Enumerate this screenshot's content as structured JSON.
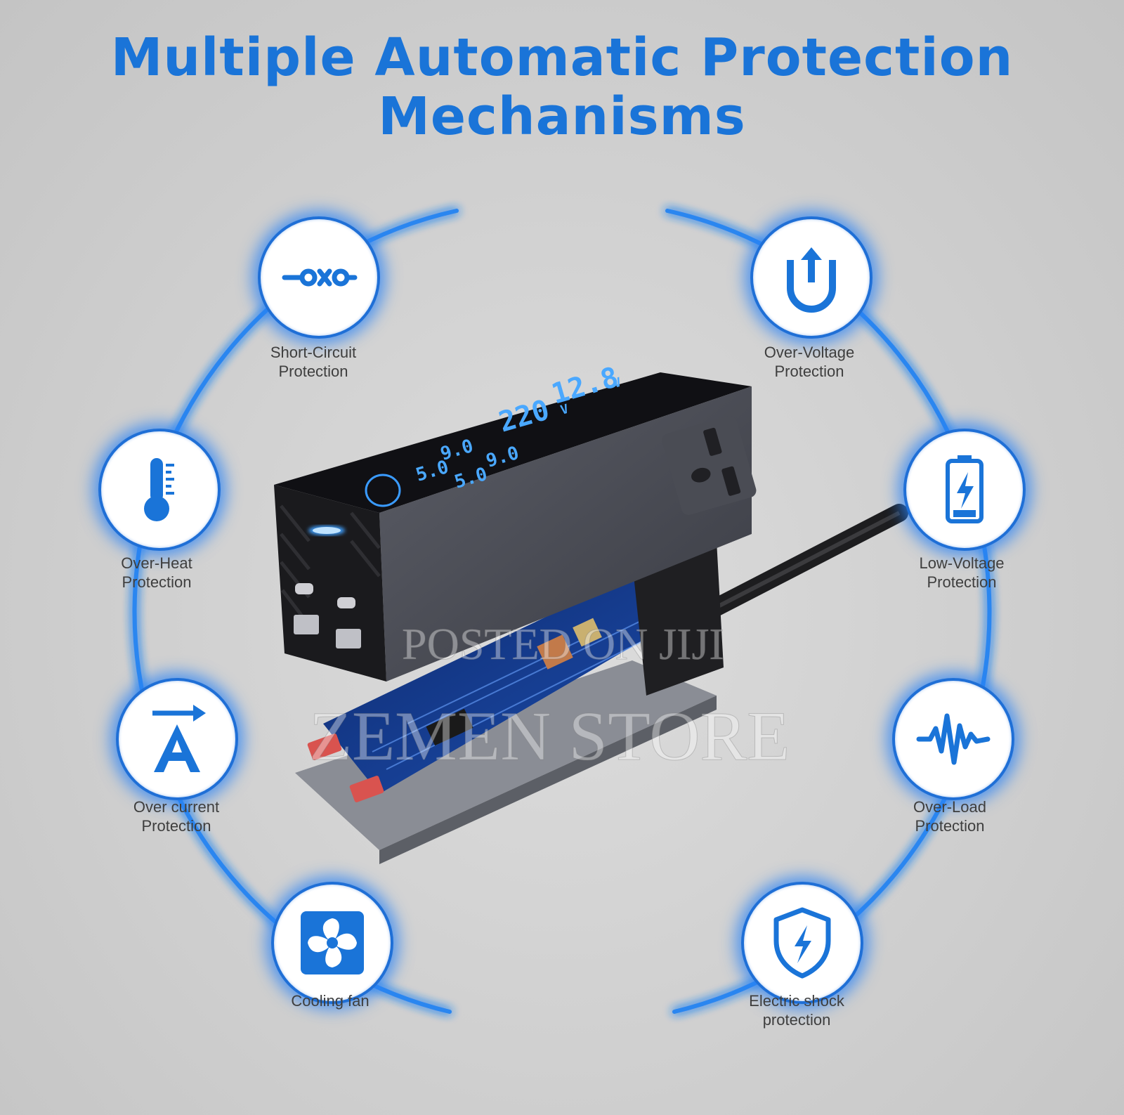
{
  "title": {
    "line1": "Multiple Automatic Protection",
    "line2": "Mechanisms"
  },
  "colors": {
    "accent": "#1a74d8",
    "glow": "#2e8cf6",
    "label_text": "#3e3e3e",
    "background": "#cfcfcf"
  },
  "features": [
    {
      "label": "Short-Circuit\nProtection",
      "icon": "short-circuit-icon"
    },
    {
      "label": "Over-Voltage\nProtection",
      "icon": "upload-arrow-u-icon"
    },
    {
      "label": "Over-Heat\nProtection",
      "icon": "thermometer-icon"
    },
    {
      "label": "Low-Voltage\nProtection",
      "icon": "battery-bolt-icon"
    },
    {
      "label": "Over current\nProtection",
      "icon": "current-ampere-icon"
    },
    {
      "label": "Over-Load\nProtection",
      "icon": "waveform-icon"
    },
    {
      "label": "Cooling fan",
      "icon": "fan-icon"
    },
    {
      "label": "Electric shock\nprotection",
      "icon": "shield-bolt-icon"
    }
  ],
  "device": {
    "display_main_voltage": "12.8",
    "display_output_voltage": "220",
    "display_usb_1": "9.0",
    "display_usb_2": "9.0",
    "display_usb_3": "5.0",
    "display_usb_4": "5.0",
    "unit": "V"
  },
  "watermark": {
    "line1": "POSTED ON JIJI",
    "line2": "ZEMEN STORE"
  }
}
